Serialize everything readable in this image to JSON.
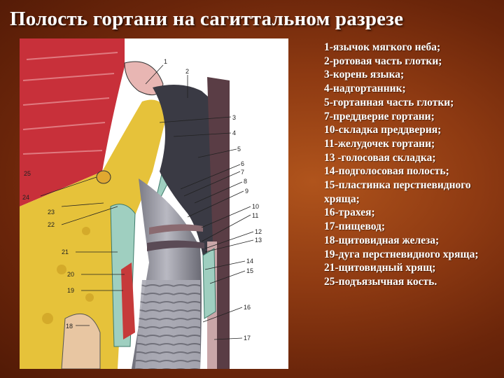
{
  "title": "Полость гортани на сагиттальном разрезе",
  "legend": [
    "1-язычок мягкого неба;",
    "2-ротовая часть глотки;",
    "3-корень языка;",
    "4-надгортанник;",
    "5-гортанная часть глотки;",
    "7-преддверие гортани;",
    "10-складка преддверия;",
    "11-желудочек гортани;",
    "13 -голосовая складка;",
    "14-подголосовая полость;",
    "15-пластинка перстневидного хряща;",
    "16-трахея;",
    "17-пищевод;",
    "18-щитовидная железа;",
    "19-дуга перстневидного хряща;",
    "21-щитовидный хрящ;",
    "25-подъязычная кость."
  ],
  "figure_labels": {
    "l1": "1",
    "l2": "2",
    "l3": "3",
    "l4": "4",
    "l5": "5",
    "l6": "6",
    "l7": "7",
    "l8": "8",
    "l9": "9",
    "l10": "10",
    "l11": "11",
    "l12": "12",
    "l13": "13",
    "l14": "14",
    "l15": "15",
    "l16": "16",
    "l17": "17",
    "l18": "18",
    "l19": "19",
    "l20": "20",
    "l21": "21",
    "l22": "22",
    "l23": "23",
    "l24": "24",
    "l25": "25"
  },
  "colors": {
    "muscle": "#c8303a",
    "fat": "#e6c23a",
    "cartilage": "#9fcfc0",
    "mucosa": "#c9a6a8",
    "cavity": "#3a3a44",
    "text": "#ffffff"
  }
}
